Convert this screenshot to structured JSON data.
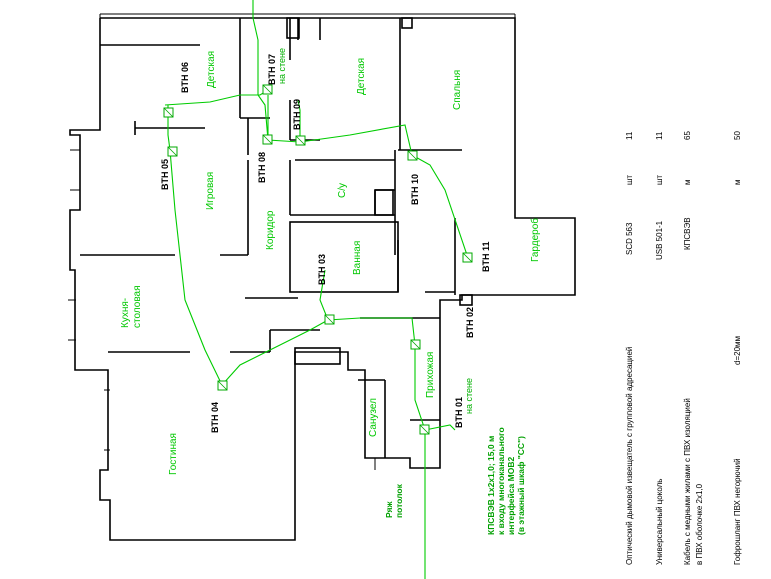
{
  "rooms": {
    "detskaya_1": "Детская",
    "detskaya_2": "Детская",
    "spalnya": "Спальня",
    "igrovaya": "Игровая",
    "koridor": "Коридор",
    "su": "С/у",
    "vannaya": "Ванная",
    "garderob": "Гардероб",
    "kukhnya_1": "Кухня-",
    "kukhnya_2": "столовая",
    "gostinaya": "Гостиная",
    "sanuzel": "Санузел",
    "prikhozhaya": "Прихожая"
  },
  "sensors": {
    "b01": "BTH 01",
    "b01_note": "на стене",
    "b02": "BTH 02",
    "b03": "BTH 03",
    "b04": "BTH 04",
    "b05": "BTH 05",
    "b06": "BTH 06",
    "b07": "BTH 07",
    "b07_note": "на стене",
    "b08": "BTH 08",
    "b09": "BTH 09",
    "b10": "BTH 10",
    "b11": "BTH 11"
  },
  "annotations": {
    "riser_1": "Ряж",
    "riser_2": "потолок",
    "cable_1": "КПСВЭВ 1х2х1,0; 15,0 м",
    "cable_2": "к входу многоканального",
    "cable_3": "интерфейса МОВ2",
    "cable_4": "(в этажный шкаф \"СС\")"
  },
  "spec": {
    "rows": [
      {
        "name": "Оптический дымовой извещатель с групповой адресацией",
        "model": "SCD 563",
        "unit": "шт",
        "qty": "11"
      },
      {
        "name": "Универсальный цоколь",
        "model": "USB 501-1",
        "unit": "шт",
        "qty": "11"
      },
      {
        "name": "Кабель с медными жилами с ПВХ изоляцией",
        "model": "КПСВЭВ",
        "unit": "м",
        "qty": "65"
      },
      {
        "name": "в ПВХ оболочке 2х1,0",
        "model": "",
        "unit": "",
        "qty": ""
      },
      {
        "name": "Гофрошланг ПВХ негорючий",
        "model": "d=20мм",
        "unit": "м",
        "qty": "50"
      }
    ]
  }
}
